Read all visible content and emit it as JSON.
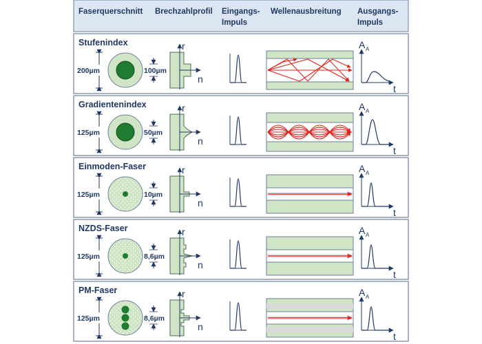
{
  "headers": {
    "faserquerschnitt": "Faserquerschnitt",
    "brechzahlprofil": "Brechzahlprofil",
    "eingangs_line1": "Eingangs-",
    "eingangs_line2": "Impuls",
    "wellenausbreitung": "Wellenausbreitung",
    "ausgangs_line1": "Ausgangs-",
    "ausgangs_line2": "Impuls"
  },
  "axis_labels": {
    "r": "r",
    "n": "n",
    "t": "t",
    "a": "A",
    "a_sub": "A"
  },
  "colors": {
    "header_bg": "#dce6f2",
    "row_bg": "#ffffff",
    "border": "#6d7f9c",
    "text": "#1f3864",
    "cladding": "#cfe5c5",
    "core": "#1e7b2f",
    "ray": "#e2231a",
    "pm_stripe": "#d9d9d9"
  },
  "rows": [
    {
      "title": "Stufenindex",
      "outer_diameter": "200µm",
      "core_diameter": "100µm",
      "profile": "step",
      "propagation": "multimode-step",
      "output_pulse": "broad"
    },
    {
      "title": "Gradientenindex",
      "outer_diameter": "125µm",
      "core_diameter": "50µm",
      "profile": "graded",
      "propagation": "graded",
      "output_pulse": "narrow"
    },
    {
      "title": "Einmoden-Faser",
      "outer_diameter": "125µm",
      "core_diameter": "10µm",
      "profile": "single",
      "propagation": "single",
      "output_pulse": "sharp"
    },
    {
      "title": "NZDS-Faser",
      "outer_diameter": "125µm",
      "core_diameter": "8,6µm",
      "profile": "nzds",
      "propagation": "single",
      "output_pulse": "sharp"
    },
    {
      "title": "PM-Faser",
      "outer_diameter": "125µm",
      "core_diameter": "8,6µm",
      "profile": "pm",
      "propagation": "pm",
      "output_pulse": "sharp"
    }
  ]
}
